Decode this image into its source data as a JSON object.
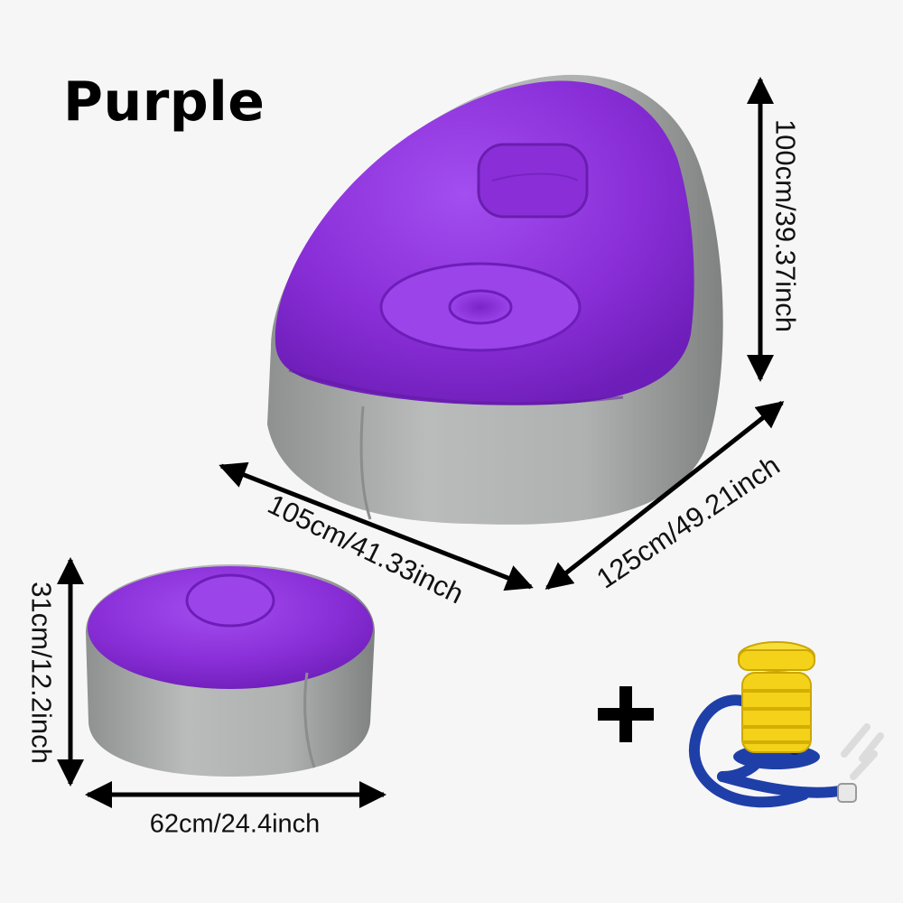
{
  "product": {
    "color_name": "Purple"
  },
  "dimensions": {
    "chair_height": "100cm/39.37inch",
    "chair_depth": "105cm/41.33inch",
    "chair_width": "125cm/49.21inch",
    "ottoman_height": "31cm/12.2inch",
    "ottoman_width": "62cm/24.4inch"
  },
  "colors": {
    "purple": "#8a2fd8",
    "gray": "#a7aaaa",
    "pump_yellow": "#f4d21a",
    "hose_blue": "#1f3fa8"
  },
  "icons": [
    "arrow-icon",
    "plus-icon",
    "pump-icon"
  ]
}
